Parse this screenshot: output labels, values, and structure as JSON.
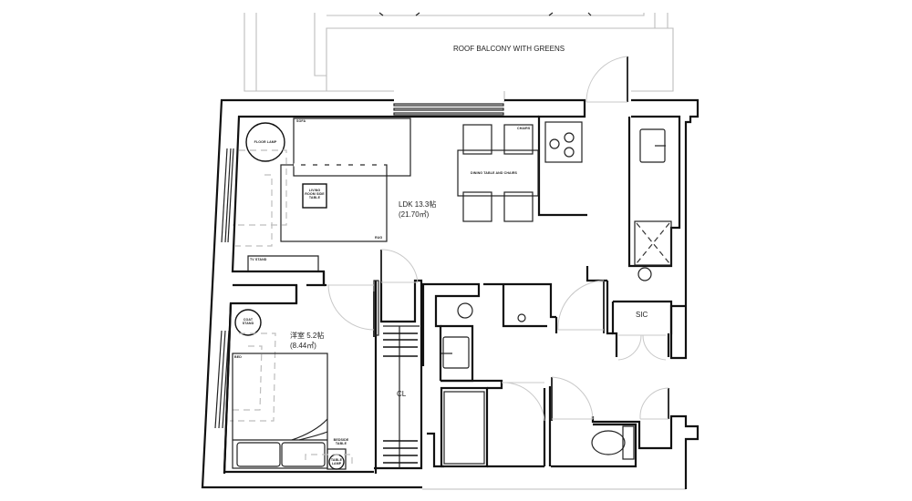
{
  "plan": {
    "balcony_label": "ROOF BALCONY WITH GREENS",
    "rooms": {
      "ldk": {
        "name": "LDK 13.3帖",
        "area": "(21.70㎡)"
      },
      "western_room": {
        "name": "洋室 5.2帖",
        "area": "(8.44㎡)"
      },
      "closet": {
        "name": "CL"
      },
      "storage": {
        "name": "SIC"
      }
    },
    "furniture": {
      "floor_lamp": "FLOOR LAMP",
      "sofa": "SOFA",
      "living_side_table": "LIVING ROOM SIDE TABLE",
      "rug": "RUG",
      "tv_stand": "TV STAND",
      "chairs": "CHAIRS",
      "dining_table": "DINING TABLE AND CHAIRS",
      "coat_stand": "COAT STAND",
      "bed": "BED",
      "bedside_table": "BEDSIDE TABLE",
      "table_lamp": "TABLE LAMP"
    },
    "colors": {
      "wall": "#111111",
      "fixture": "#222222",
      "hidden": "#bdbdbd",
      "background": "#ffffff"
    }
  }
}
